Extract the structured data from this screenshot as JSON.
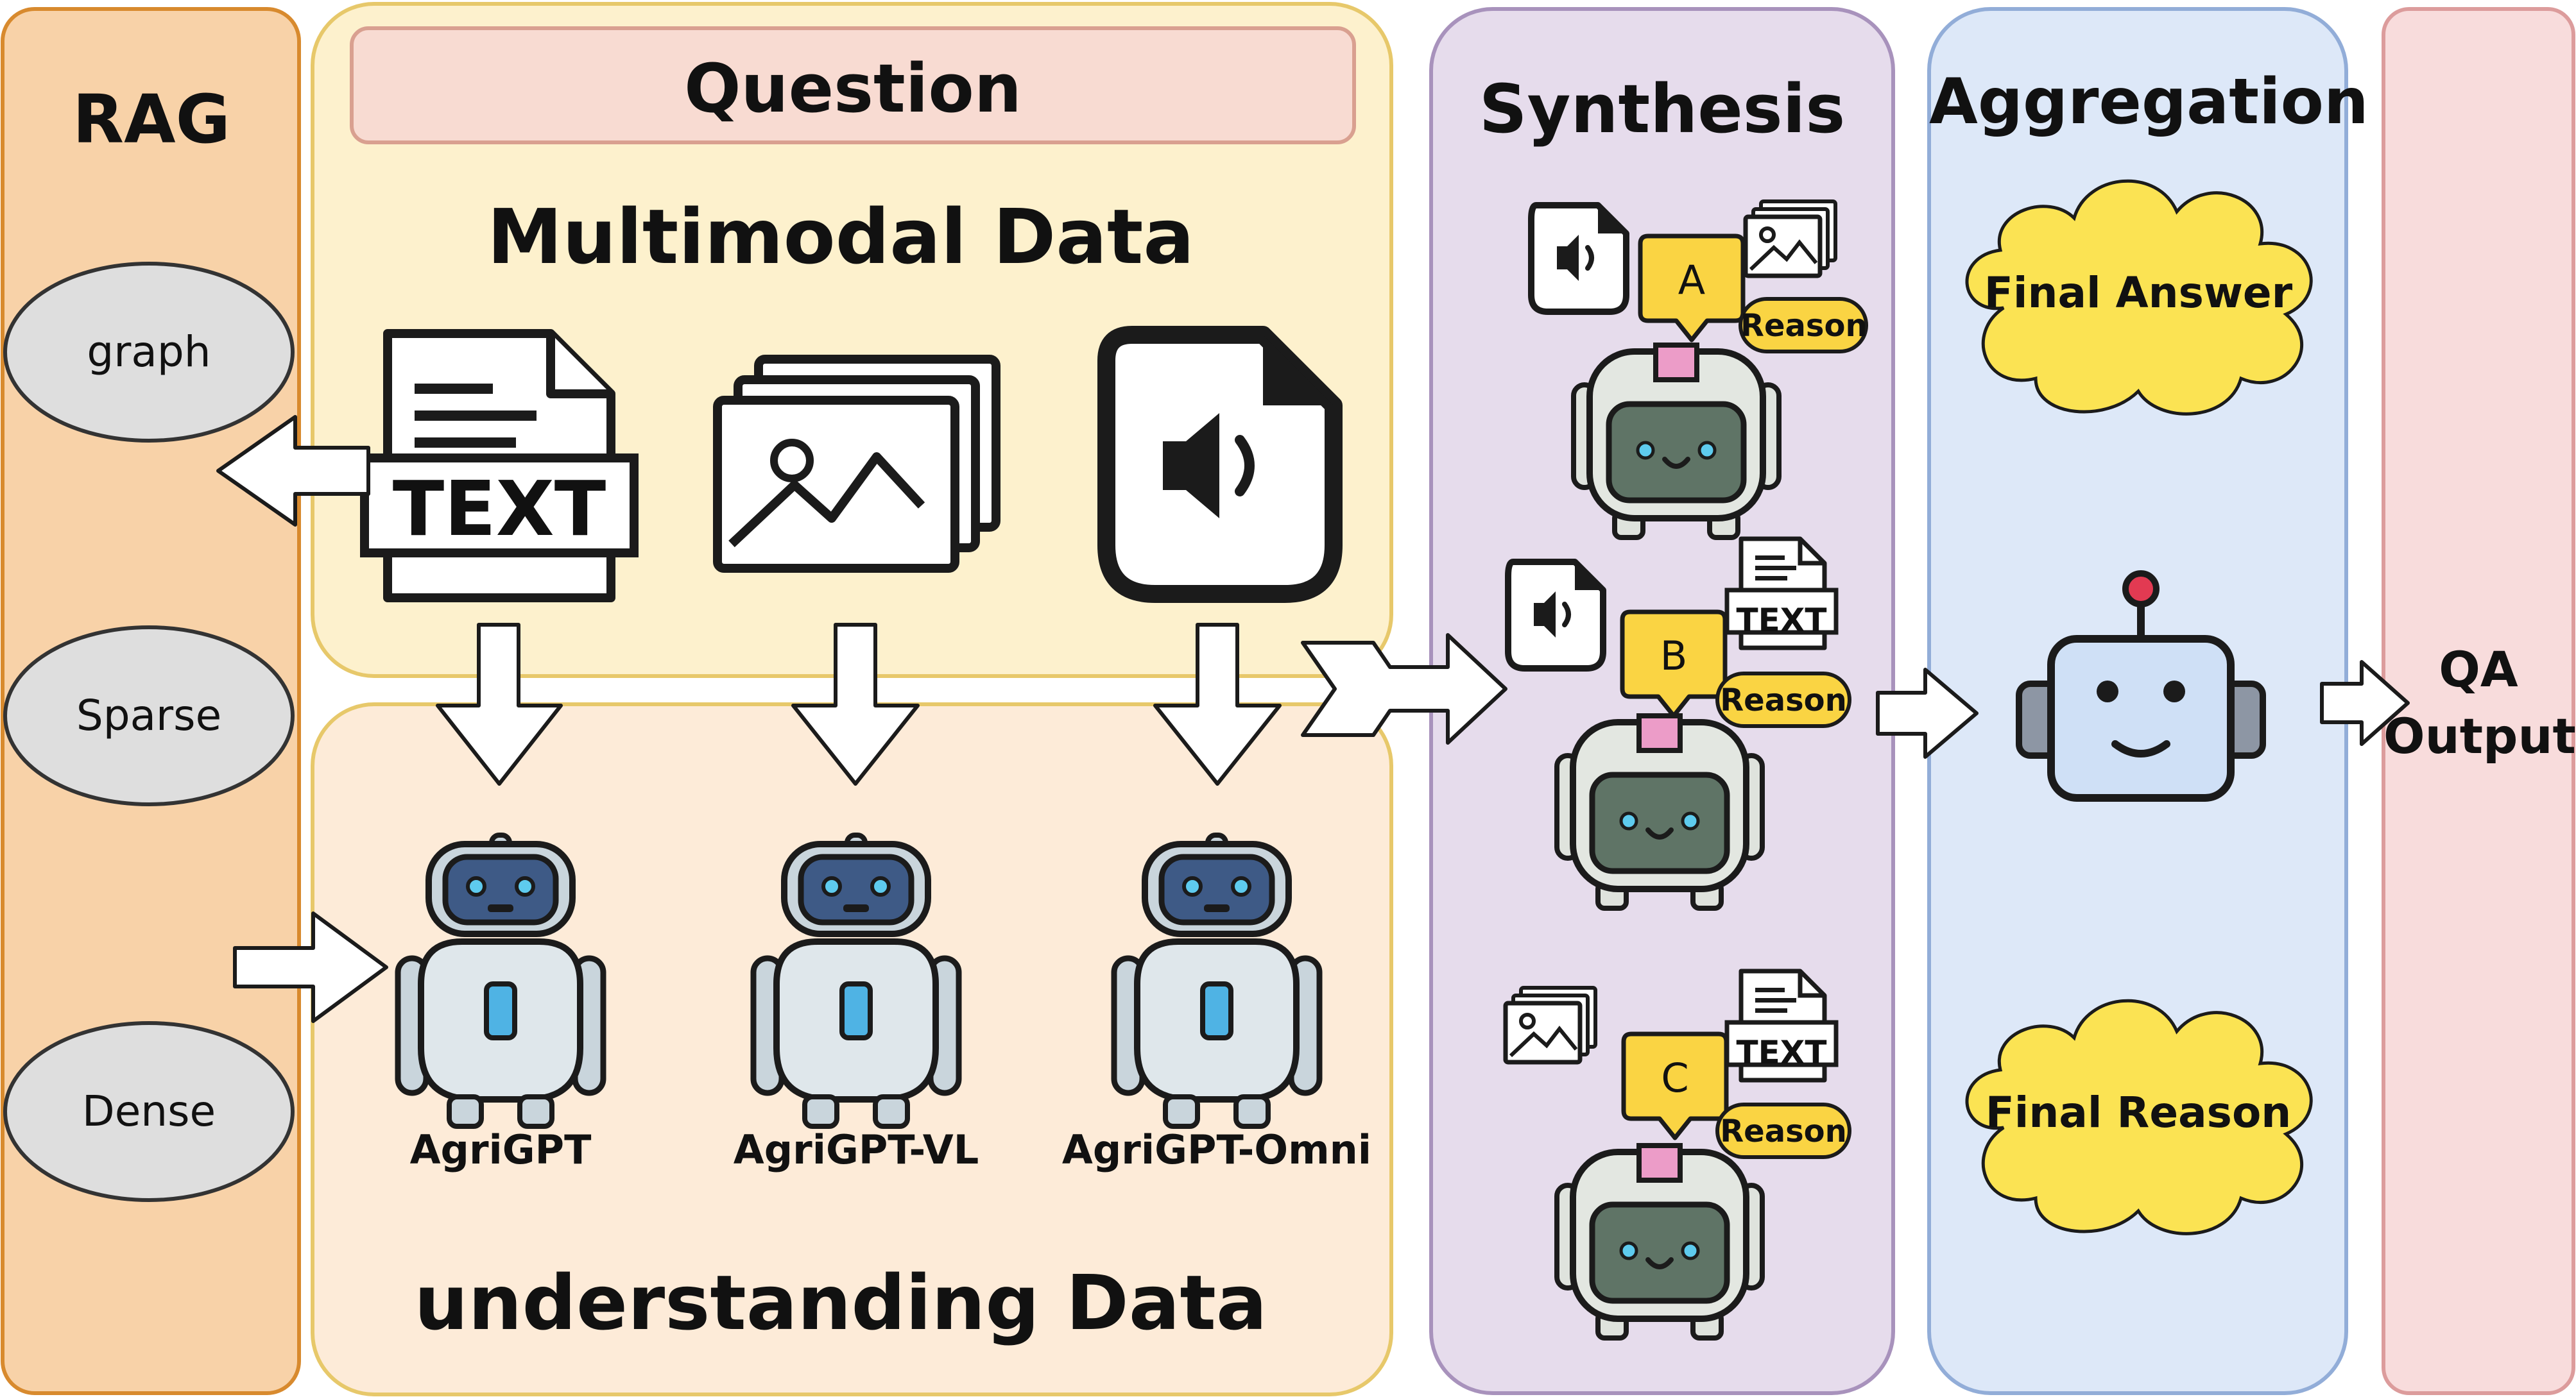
{
  "rag": {
    "title": "RAG",
    "methods": [
      "graph",
      "Sparse",
      "Dense"
    ]
  },
  "question": {
    "banner": "Question",
    "title": "Multimodal Data",
    "text_doc_label": "TEXT"
  },
  "understanding": {
    "title": "understanding Data",
    "models": [
      "AgriGPT",
      "AgriGPT-VL",
      "AgriGPT-Omni"
    ]
  },
  "synthesis": {
    "title": "Synthesis",
    "answers": [
      {
        "choice": "A",
        "reason": "Reason"
      },
      {
        "choice": "B",
        "reason": "Reason",
        "doc_label": "TEXT"
      },
      {
        "choice": "C",
        "reason": "Reason",
        "doc_label": "TEXT"
      }
    ]
  },
  "aggregation": {
    "title": "Aggregation",
    "final_answer": "Final Answer",
    "final_reason": "Final Reason"
  },
  "output": {
    "line1": "QA",
    "line2": "Output"
  },
  "colors": {
    "rag_panel": "#f8d2a8",
    "rag_border": "#d88a2e",
    "question_panel": "#fdf1cd",
    "question_border": "#e7c86a",
    "question_banner": "#f8dbd2",
    "understanding_panel": "#fdebd8",
    "synthesis_panel": "#e6dcec",
    "synthesis_border": "#a892bc",
    "aggregation_panel": "#dde8f8",
    "aggregation_border": "#92add8",
    "output_panel": "#f8dcdc",
    "output_border": "#dc9c9c",
    "oval": "#dedede",
    "cloud": "#fbe353",
    "bubble": "#fad443"
  },
  "icons": [
    "text-document-icon",
    "image-stack-icon",
    "audio-file-icon",
    "robot-icon",
    "cloud-icon",
    "speech-bubble-icon",
    "arrow-icon"
  ]
}
